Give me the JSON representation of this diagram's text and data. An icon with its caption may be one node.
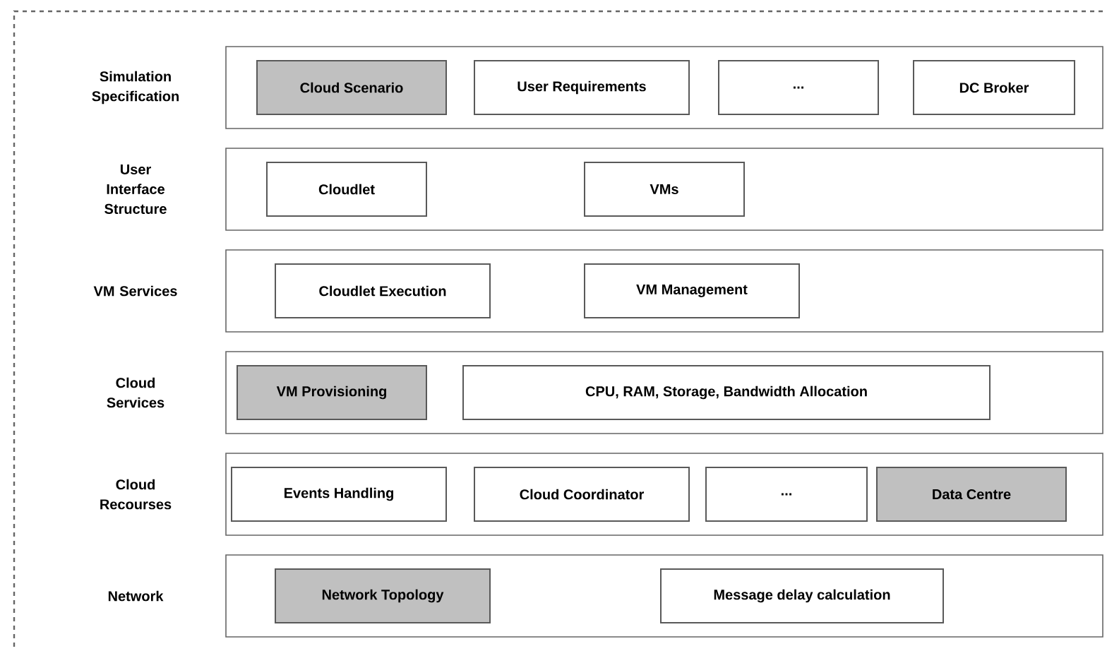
{
  "diagram": {
    "nodes": [
      {
        "text": [
          "Simulation Specification"
        ]
      },
      {
        "text": [
          "Cloud Scenario"
        ],
        "in": 0
      },
      {
        "text": [
          "User Requirements"
        ],
        "in": 0
      },
      {
        "text": [
          "..."
        ],
        "in": 0
      },
      {
        "text": [
          "DC Broker"
        ],
        "in": 0
      },
      {
        "text": [
          "User Interface Structure"
        ]
      },
      {
        "text": [
          "Cloudlet"
        ],
        "in": 5
      },
      {
        "text": [
          "VMs"
        ],
        "in": 5
      },
      {
        "text": [
          "VM Services"
        ]
      },
      {
        "text": [
          "Cloudlet Execution"
        ],
        "in": 8
      },
      {
        "text": [
          "VM Management"
        ],
        "in": 8
      },
      {
        "text": [
          "Cloud Services"
        ]
      },
      {
        "text": [
          "VM Provisioning"
        ],
        "in": 11
      },
      {
        "text": [
          "CPU, RAM, Storage, Bandwidth Allocation"
        ],
        "in": 11
      },
      {
        "text": [
          "Cloud Recourses"
        ]
      },
      {
        "text": [
          "Events Handling"
        ],
        "in": 14
      },
      {
        "text": [
          "Cloud Coordinator"
        ],
        "in": 14
      },
      {
        "text": [
          "..."
        ],
        "in": 14
      },
      {
        "text": [
          "Data Centre"
        ],
        "in": 14
      },
      {
        "text": [
          "Network"
        ]
      },
      {
        "text": [
          "Network Topology"
        ],
        "in": 19
      },
      {
        "text": [
          "Message delay calculation"
        ],
        "in": 19
      }
    ]
  }
}
